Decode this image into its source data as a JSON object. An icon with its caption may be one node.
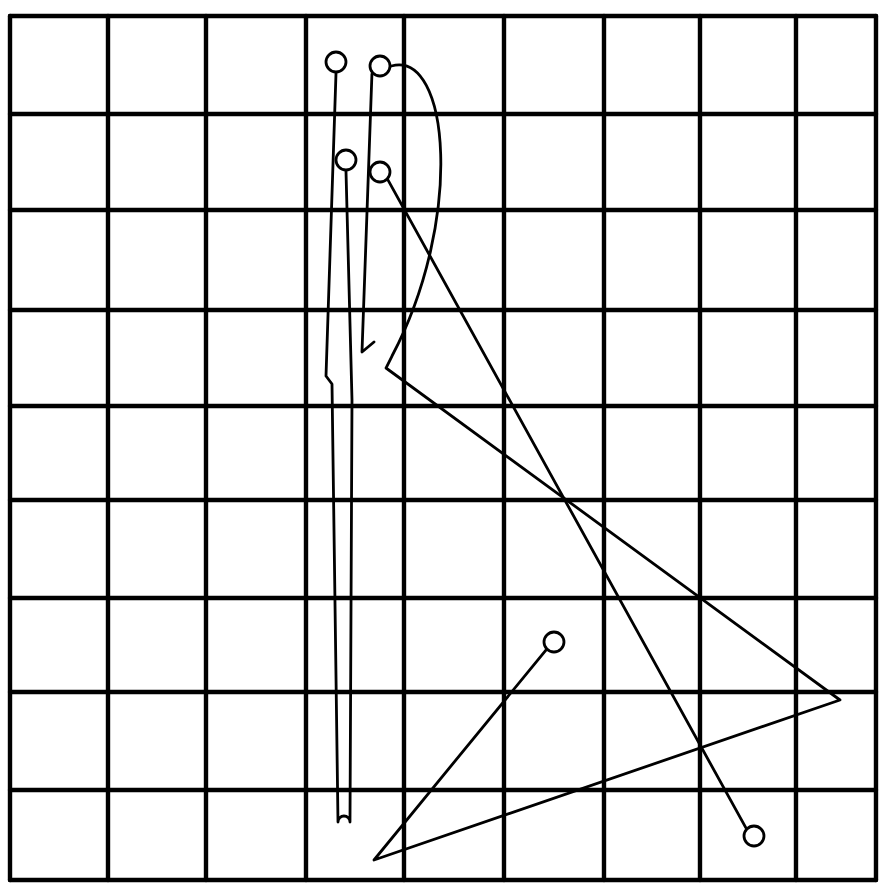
{
  "diagram": {
    "nodes": [
      {
        "text": [],
        "shape": "circle"
      },
      {
        "text": [],
        "shape": "circle"
      },
      {
        "text": [],
        "shape": "circle"
      },
      {
        "text": [],
        "shape": "circle"
      },
      {
        "text": [],
        "shape": "circle"
      },
      {
        "text": [],
        "shape": "circle"
      }
    ],
    "edges": [
      {
        "from": 0,
        "to": 2,
        "arrow": "none"
      },
      {
        "from": 1,
        "to": 4,
        "arrow": "none"
      },
      {
        "from": 3,
        "to": 5,
        "arrow": "none"
      }
    ]
  }
}
